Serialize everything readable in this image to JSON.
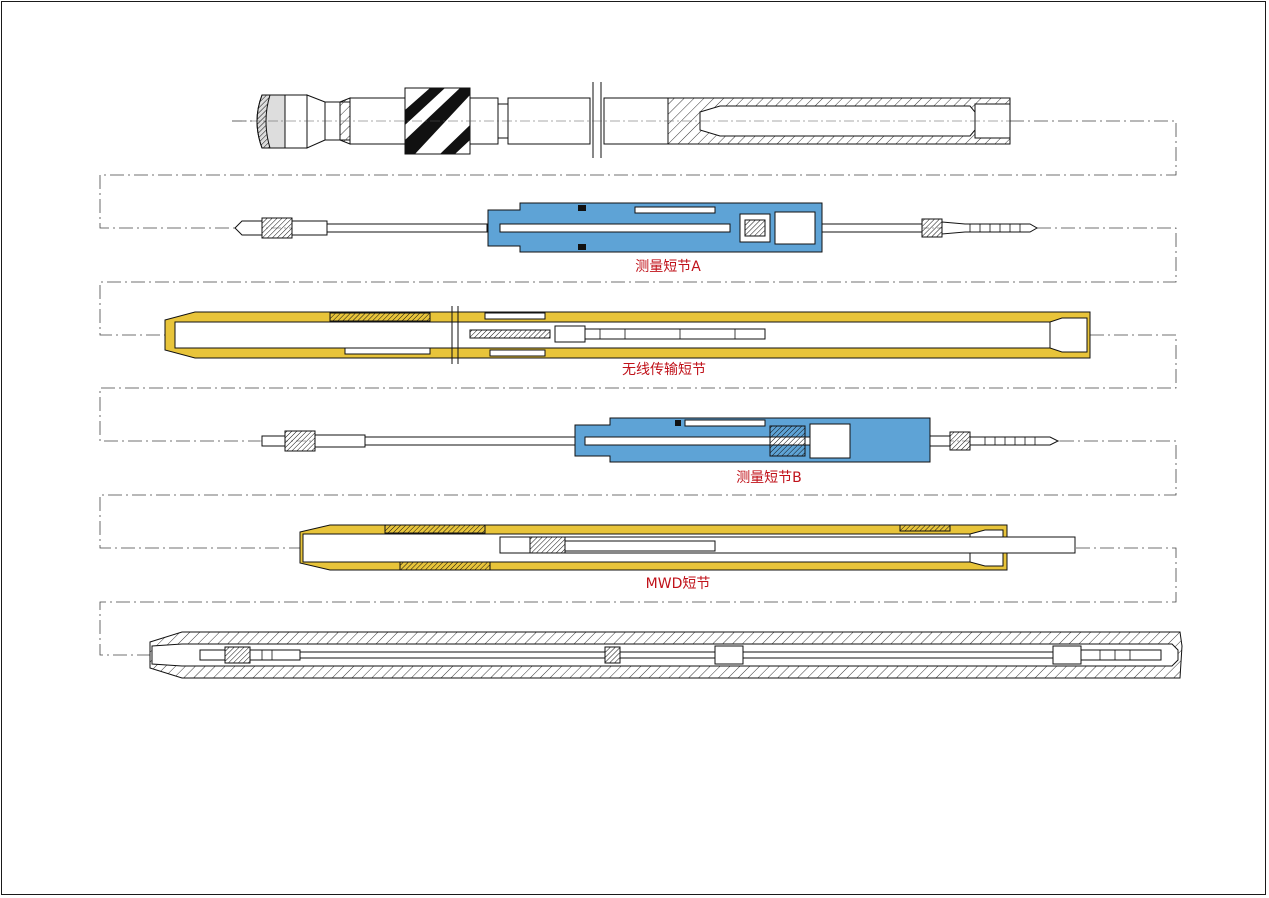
{
  "diagram": {
    "labels": {
      "sub_a": "测量短节A",
      "wireless": "无线传输短节",
      "sub_b": "测量短节B",
      "mwd": "MWD短节"
    },
    "colors": {
      "measurement_sub": "#5ea3d6",
      "wireless_sub": "#e8c43a",
      "mwd_sub": "#e8c43a",
      "label_text": "#c0121a",
      "outline": "#1a1a1a"
    }
  }
}
